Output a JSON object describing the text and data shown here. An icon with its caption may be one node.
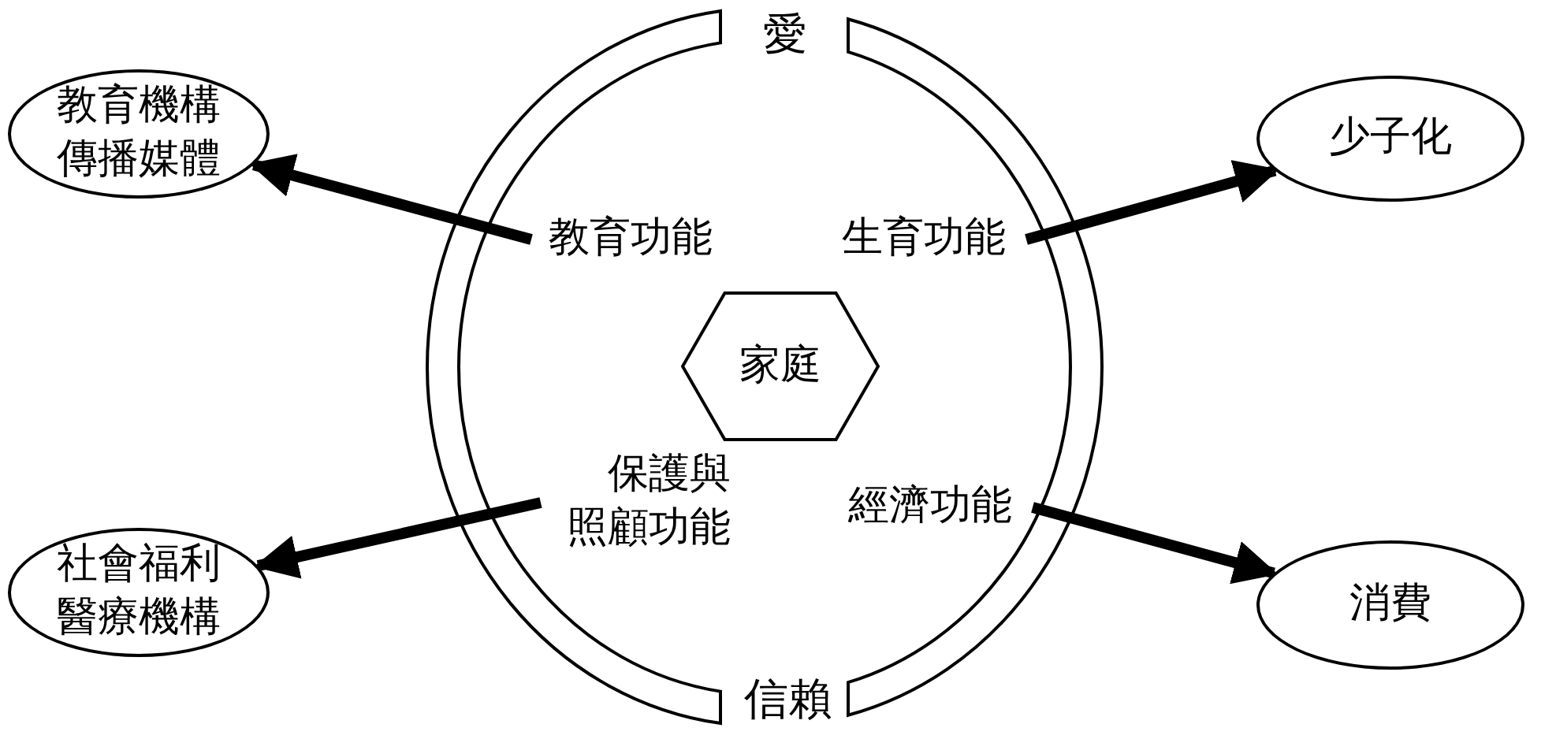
{
  "diagram": {
    "nodes": [
      {
        "text": [
          "家庭"
        ]
      },
      {
        "text": [
          "教育功能"
        ]
      },
      {
        "text": [
          "生育功能"
        ]
      },
      {
        "text": [
          "保護與照顧功能"
        ]
      },
      {
        "text": [
          "經濟功能"
        ]
      },
      {
        "text": [
          "教育機構傳播媒體"
        ]
      },
      {
        "text": [
          "少子化"
        ]
      },
      {
        "text": [
          "社會福利醫療機構"
        ]
      },
      {
        "text": [
          "消費"
        ]
      }
    ],
    "edges": [
      {
        "from": 1,
        "to": 5,
        "arrow": "to"
      },
      {
        "from": 2,
        "to": 6,
        "arrow": "to"
      },
      {
        "from": 3,
        "to": 7,
        "arrow": "to"
      },
      {
        "from": 4,
        "to": 8,
        "arrow": "to"
      }
    ],
    "labels": [
      "愛",
      "信賴"
    ]
  }
}
